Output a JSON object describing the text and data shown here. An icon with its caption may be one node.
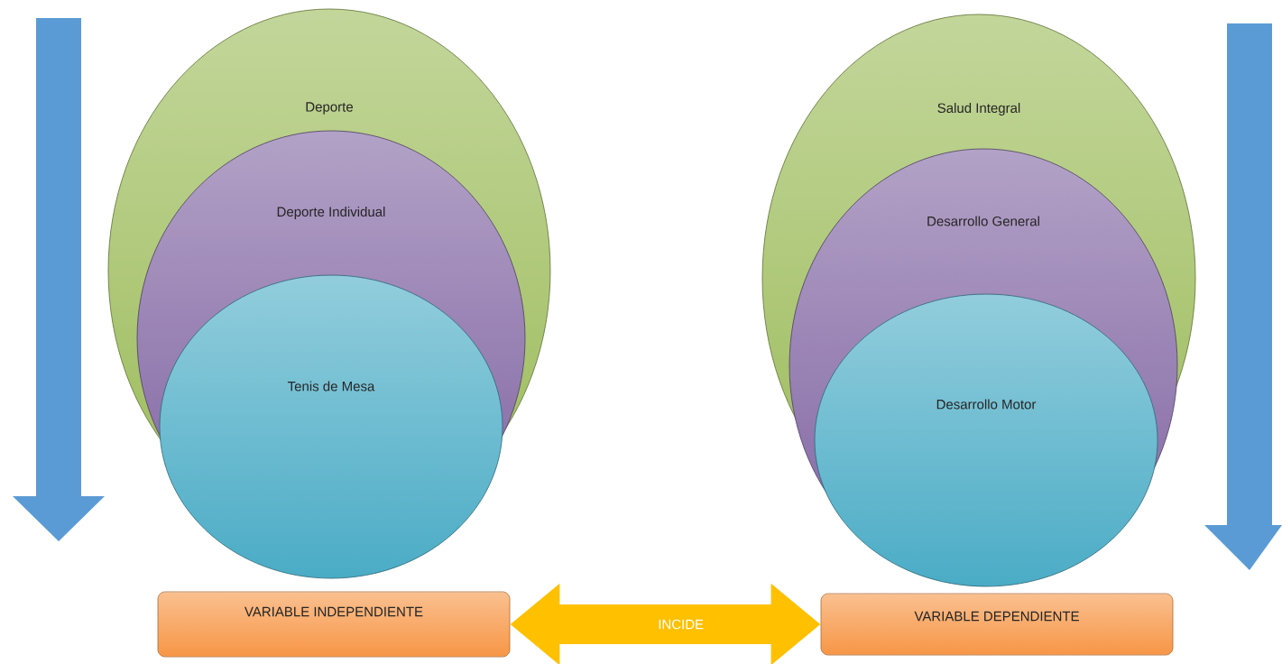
{
  "diagram": {
    "nodes": [
      {
        "text": [
          "Deporte"
        ]
      },
      {
        "text": [
          "Deporte Individual"
        ],
        "in": 0
      },
      {
        "text": [
          "Tenis de Mesa"
        ]
      },
      {
        "text": [
          "Salud Integral"
        ]
      },
      {
        "text": [
          "Desarrollo General"
        ]
      },
      {
        "text": [
          "Desarrollo Motor"
        ],
        "in": 4
      },
      {
        "text": [
          "VARIABLE INDEPENDIENTE"
        ]
      },
      {
        "text": [
          "VARIABLE DEPENDIENTE"
        ]
      }
    ],
    "edges": [
      {
        "from": 6,
        "to": 7,
        "arrow": "both",
        "label": "INCIDE"
      }
    ]
  }
}
